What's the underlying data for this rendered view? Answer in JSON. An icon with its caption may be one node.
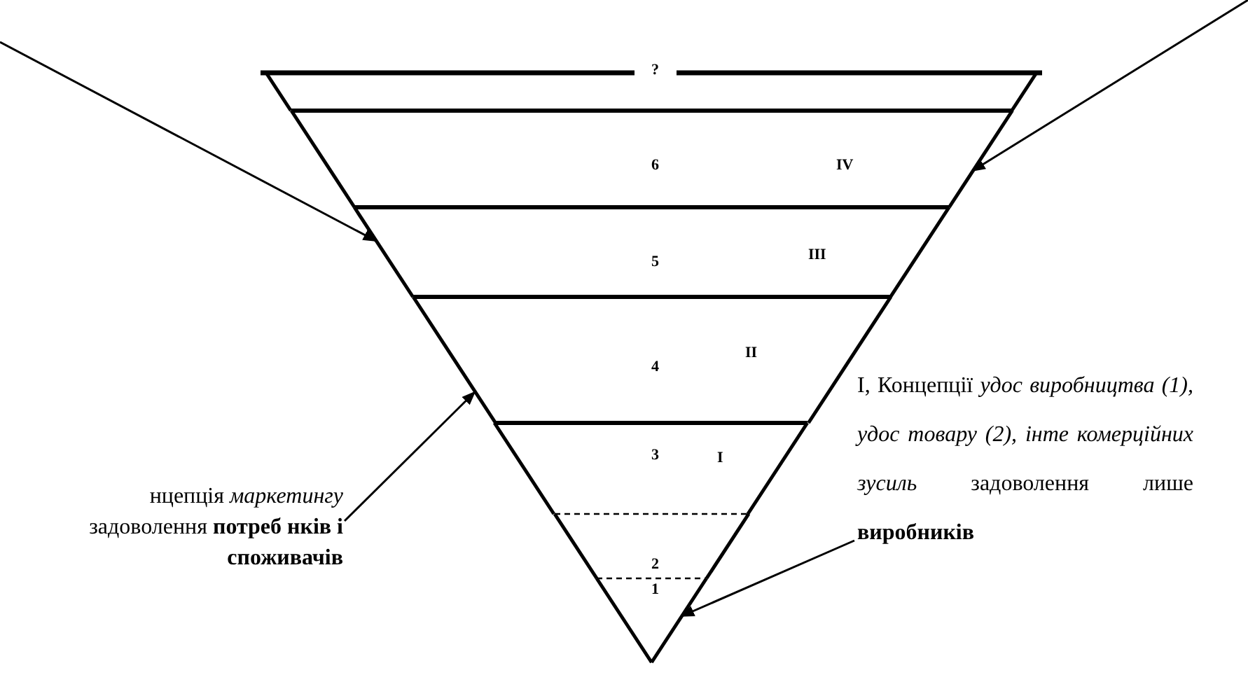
{
  "diagram": {
    "nodes": [
      {
        "text": [
          "?"
        ]
      },
      {
        "text": [
          "6",
          "IV"
        ]
      },
      {
        "text": [
          "5",
          "III"
        ]
      },
      {
        "text": [
          "4",
          "II"
        ]
      },
      {
        "text": [
          "3",
          "I"
        ]
      },
      {
        "text": [
          "2"
        ]
      },
      {
        "text": [
          "1"
        ]
      },
      {
        "text": [
          "нцепція *маркетингу* задоволення **потреб нків і споживачів**"
        ]
      },
      {
        "text": [
          "I, Концепції *удос виробництва (1), удос товару (2), інте комерційних зусиль* задоволення лише **виробників**"
        ]
      }
    ],
    "edges": [
      {
        "from": null,
        "to": 2,
        "arrow": "to"
      },
      {
        "from": null,
        "to": 1,
        "arrow": "to"
      },
      {
        "from": 7,
        "to": 3,
        "arrow": "to"
      },
      {
        "from": 8,
        "to": 6,
        "arrow": "to"
      }
    ]
  }
}
